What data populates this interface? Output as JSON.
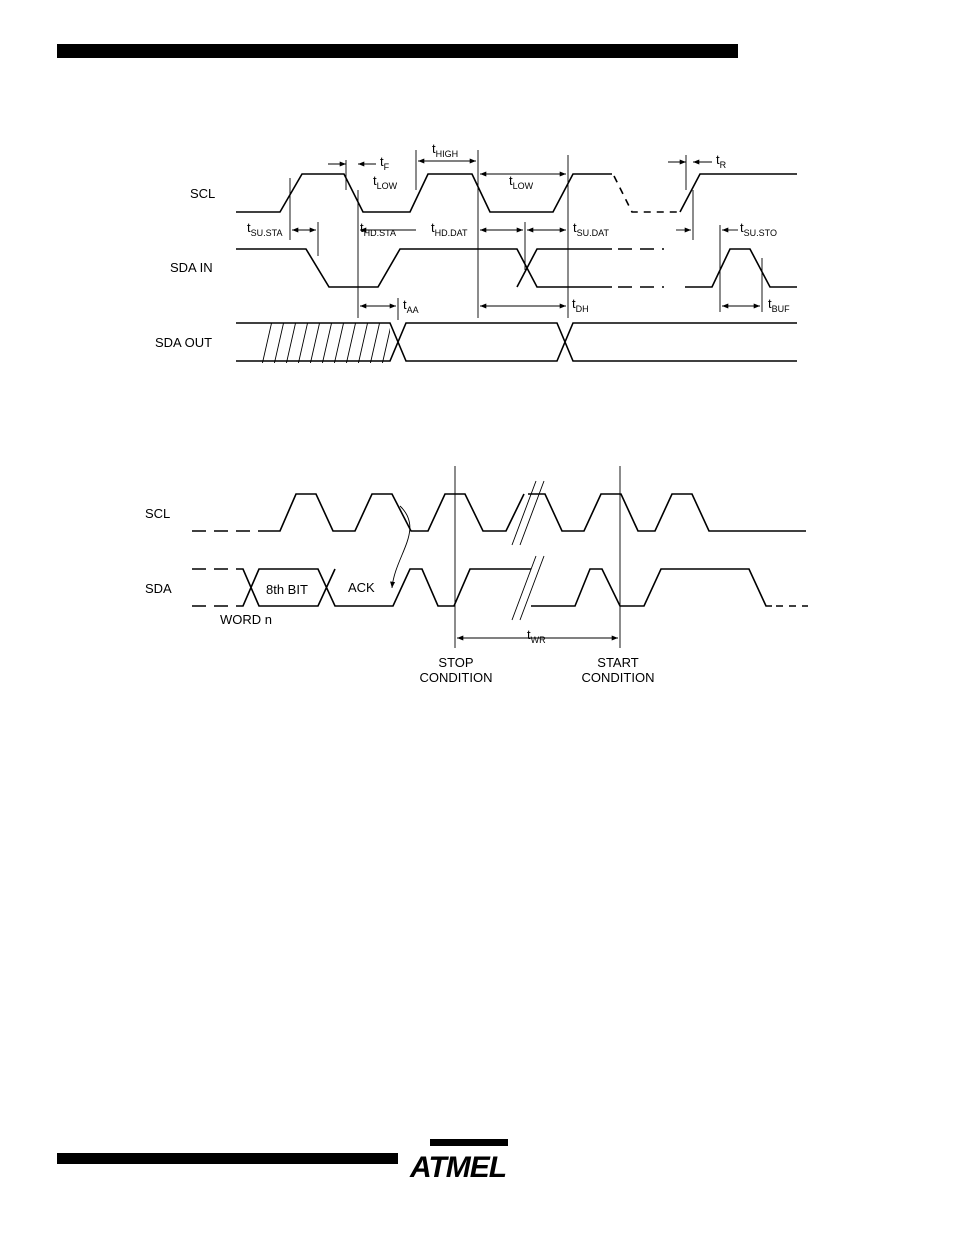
{
  "bus_timing": {
    "signals": {
      "scl": "SCL",
      "sda_in": "SDA IN",
      "sda_out": "SDA OUT"
    },
    "params": {
      "t_f": {
        "t": "t",
        "sub": "F"
      },
      "t_high": {
        "t": "t",
        "sub": "HIGH"
      },
      "t_low_1": {
        "t": "t",
        "sub": "LOW"
      },
      "t_low_2": {
        "t": "t",
        "sub": "LOW"
      },
      "t_r": {
        "t": "t",
        "sub": "R"
      },
      "t_su_sta": {
        "t": "t",
        "sub": "SU.STA"
      },
      "t_hd_sta": {
        "t": "t",
        "sub": "HD.STA"
      },
      "t_hd_dat": {
        "t": "t",
        "sub": "HD.DAT"
      },
      "t_su_dat": {
        "t": "t",
        "sub": "SU.DAT"
      },
      "t_su_sto": {
        "t": "t",
        "sub": "SU.STO"
      },
      "t_aa": {
        "t": "t",
        "sub": "AA"
      },
      "t_dh": {
        "t": "t",
        "sub": "DH"
      },
      "t_buf": {
        "t": "t",
        "sub": "BUF"
      }
    }
  },
  "write_cycle": {
    "signals": {
      "scl": "SCL",
      "sda": "SDA"
    },
    "labels": {
      "eighth_bit": "8th BIT",
      "ack": "ACK",
      "word_n": "WORD n",
      "stop_1": "STOP",
      "stop_2": "CONDITION",
      "start_1": "START",
      "start_2": "CONDITION"
    },
    "t_wr": {
      "t": "t",
      "sub": "WR"
    }
  },
  "logo": {
    "text": "ATMEL"
  }
}
